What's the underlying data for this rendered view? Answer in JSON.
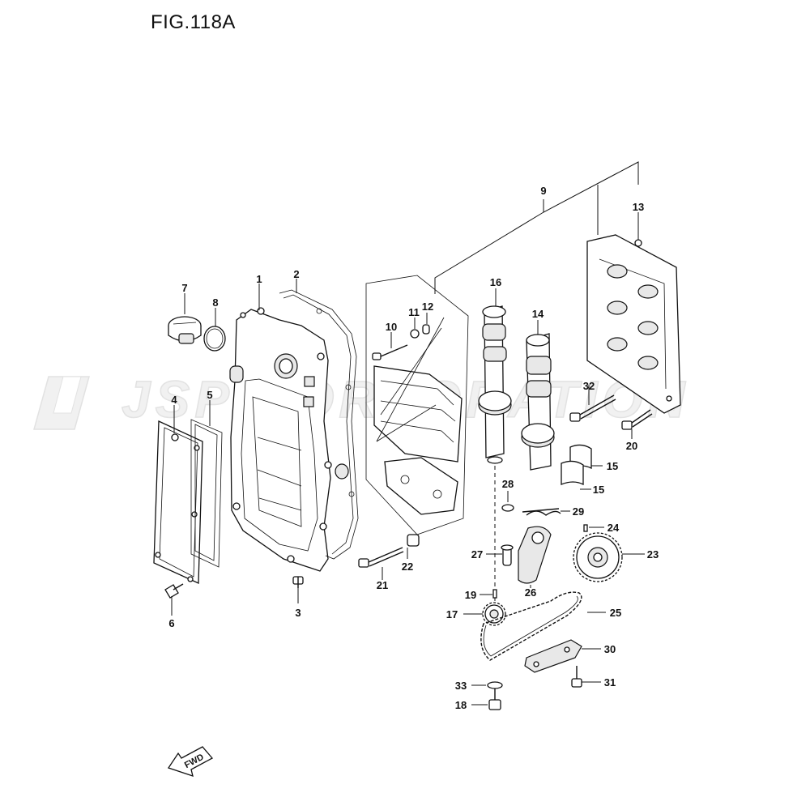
{
  "figure": {
    "title": "FIG.118A",
    "watermark": "JSP CORPORATION",
    "direction_label": "FWD"
  },
  "callouts": [
    {
      "id": "1",
      "label": "1"
    },
    {
      "id": "2",
      "label": "2"
    },
    {
      "id": "3",
      "label": "3"
    },
    {
      "id": "4",
      "label": "4"
    },
    {
      "id": "5",
      "label": "5"
    },
    {
      "id": "6",
      "label": "6"
    },
    {
      "id": "7",
      "label": "7"
    },
    {
      "id": "8",
      "label": "8"
    },
    {
      "id": "9",
      "label": "9"
    },
    {
      "id": "10",
      "label": "10"
    },
    {
      "id": "11",
      "label": "11"
    },
    {
      "id": "12",
      "label": "12"
    },
    {
      "id": "13",
      "label": "13"
    },
    {
      "id": "14",
      "label": "14"
    },
    {
      "id": "15a",
      "label": "15"
    },
    {
      "id": "15b",
      "label": "15"
    },
    {
      "id": "16",
      "label": "16"
    },
    {
      "id": "17",
      "label": "17"
    },
    {
      "id": "18",
      "label": "18"
    },
    {
      "id": "19",
      "label": "19"
    },
    {
      "id": "20",
      "label": "20"
    },
    {
      "id": "21",
      "label": "21"
    },
    {
      "id": "22",
      "label": "22"
    },
    {
      "id": "23",
      "label": "23"
    },
    {
      "id": "24",
      "label": "24"
    },
    {
      "id": "25",
      "label": "25"
    },
    {
      "id": "26",
      "label": "26"
    },
    {
      "id": "27",
      "label": "27"
    },
    {
      "id": "28",
      "label": "28"
    },
    {
      "id": "29",
      "label": "29"
    },
    {
      "id": "30",
      "label": "30"
    },
    {
      "id": "31",
      "label": "31"
    },
    {
      "id": "32",
      "label": "32"
    },
    {
      "id": "33",
      "label": "33"
    }
  ]
}
